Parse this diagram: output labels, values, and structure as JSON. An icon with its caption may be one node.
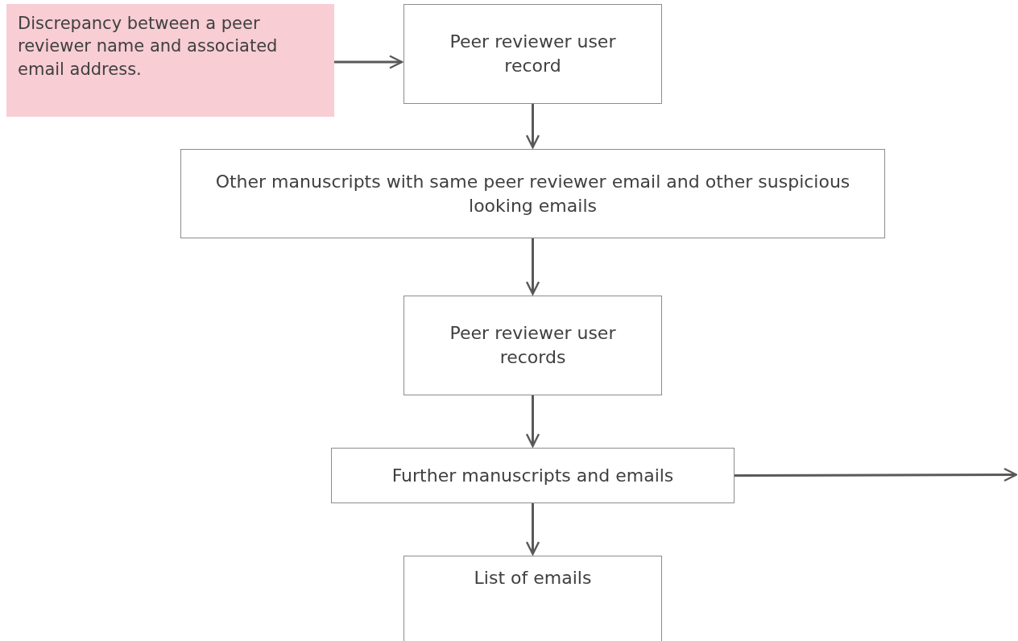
{
  "diagram": {
    "nodes": [
      {
        "text": [
          "Discrepancy between a peer reviewer name and associated email address."
        ]
      },
      {
        "text": [
          "Peer reviewer user record"
        ]
      },
      {
        "text": [
          "Other manuscripts with same peer reviewer email and other suspicious looking emails"
        ]
      },
      {
        "text": [
          "Peer reviewer user records"
        ]
      },
      {
        "text": [
          "Further manuscripts and emails"
        ]
      },
      {
        "text": [
          "List of emails"
        ]
      }
    ],
    "edges": [
      {
        "from": 0,
        "to": 1,
        "arrow": "to"
      },
      {
        "from": 1,
        "to": 2,
        "arrow": "to"
      },
      {
        "from": 2,
        "to": 3,
        "arrow": "to"
      },
      {
        "from": 3,
        "to": 4,
        "arrow": "to"
      },
      {
        "from": 4,
        "to": 5,
        "arrow": "to"
      },
      {
        "from": 4,
        "to": null,
        "arrow": "to"
      }
    ]
  }
}
